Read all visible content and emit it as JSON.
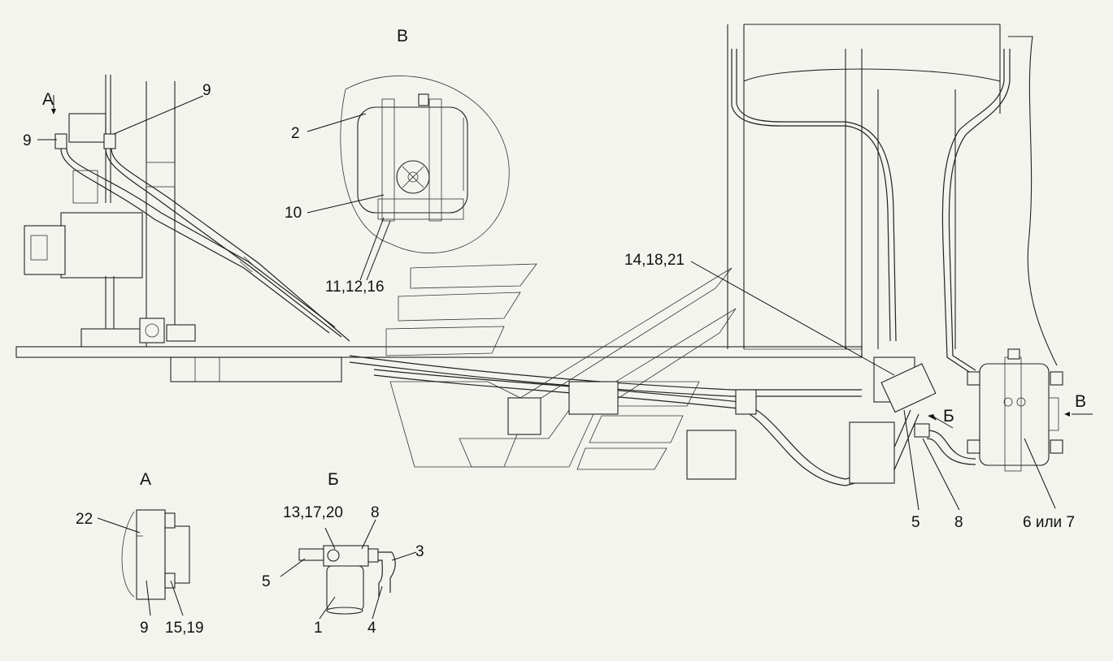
{
  "views": {
    "v_label": "В",
    "a_label": "А",
    "b_label": "Б",
    "a_top": "А",
    "v_right": "В",
    "b_mid": "Б"
  },
  "callouts": {
    "c9_left": "9",
    "c9_right": "9",
    "c2": "2",
    "c10": "10",
    "c11": "11,12,16",
    "c14": "14,18,21",
    "c5": "5",
    "c8": "8",
    "c6": "6 или 7",
    "a22": "22",
    "a9": "9",
    "a15": "15,19",
    "b13": "13,17,20",
    "b8": "8",
    "b3": "3",
    "b5": "5",
    "b1": "1",
    "b4": "4"
  },
  "colors": {
    "ink": "#222222",
    "paper": "#f4f4ef"
  }
}
